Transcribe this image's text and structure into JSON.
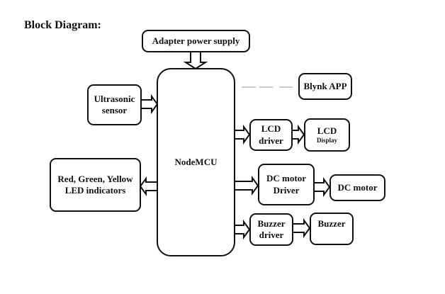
{
  "title": "Block Diagram:",
  "blocks": {
    "adapter": {
      "label": "Adapter power supply"
    },
    "nodemcu": {
      "label": "NodeMCU"
    },
    "ultrasonic": {
      "line1": "Ultrasonic",
      "line2": "sensor"
    },
    "blynk": {
      "label": "Blynk APP"
    },
    "lcd_driver": {
      "line1": "LCD",
      "line2": "driver"
    },
    "lcd_display": {
      "line1": "LCD",
      "line2": "Display"
    },
    "dc_motor_driver": {
      "line1": "DC motor",
      "line2": "Driver"
    },
    "dc_motor": {
      "label": "DC motor"
    },
    "buzzer_driver": {
      "line1": "Buzzer",
      "line2": "driver"
    },
    "buzzer": {
      "label": "Buzzer"
    },
    "led": {
      "line1": "Red, Green, Yellow",
      "line2": "LED indicators"
    }
  },
  "connections": [
    {
      "from": "Adapter power supply",
      "to": "NodeMCU",
      "type": "arrow"
    },
    {
      "from": "Ultrasonic sensor",
      "to": "NodeMCU",
      "type": "arrow"
    },
    {
      "from": "NodeMCU",
      "to": "Blynk APP",
      "type": "dashed"
    },
    {
      "from": "NodeMCU",
      "to": "LCD driver",
      "type": "arrow"
    },
    {
      "from": "LCD driver",
      "to": "LCD Display",
      "type": "arrow"
    },
    {
      "from": "NodeMCU",
      "to": "DC motor Driver",
      "type": "arrow"
    },
    {
      "from": "DC motor Driver",
      "to": "DC motor",
      "type": "arrow"
    },
    {
      "from": "NodeMCU",
      "to": "Buzzer driver",
      "type": "arrow"
    },
    {
      "from": "Buzzer driver",
      "to": "Buzzer",
      "type": "arrow"
    },
    {
      "from": "NodeMCU",
      "to": "Red, Green, Yellow LED indicators",
      "type": "arrow"
    }
  ]
}
